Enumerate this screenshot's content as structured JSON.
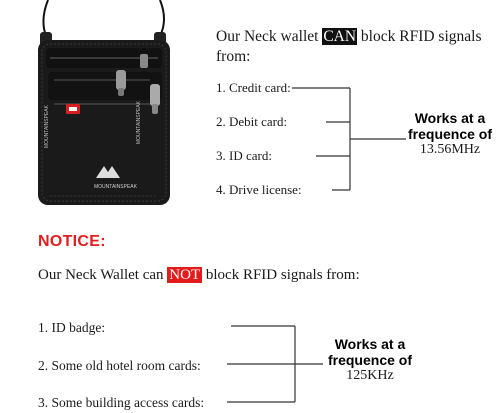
{
  "section_can": {
    "title_before": "Our Neck wallet ",
    "title_highlight": "CAN",
    "title_after": " block RFID signals from:",
    "items": [
      "1. Credit card:",
      "2. Debit card:",
      "3. ID card:",
      "4. Drive license:"
    ],
    "note_line1": "Works at a",
    "note_line2": "frequence of",
    "note_line3": "13.56MHz"
  },
  "notice": {
    "label": "NOTICE:"
  },
  "section_cannot": {
    "title_before": "Our Neck Wallet can ",
    "title_highlight": "NOT",
    "title_after": " block RFID signals from:",
    "items": [
      "1. ID badge:",
      "2. Some old hotel room cards:",
      "3. Some building access cards:"
    ],
    "note_line1": "Works at a",
    "note_line2": "frequence of",
    "note_line3": "125KHz"
  },
  "product_image": {
    "description_icon": "neck-wallet-pouch",
    "brand_text": "MOUNTAINSPEAK"
  },
  "colors": {
    "notice_red": "#e02020",
    "highlight_red": "#e31b1b",
    "highlight_black": "#111111",
    "bracket_line": "#333333"
  }
}
